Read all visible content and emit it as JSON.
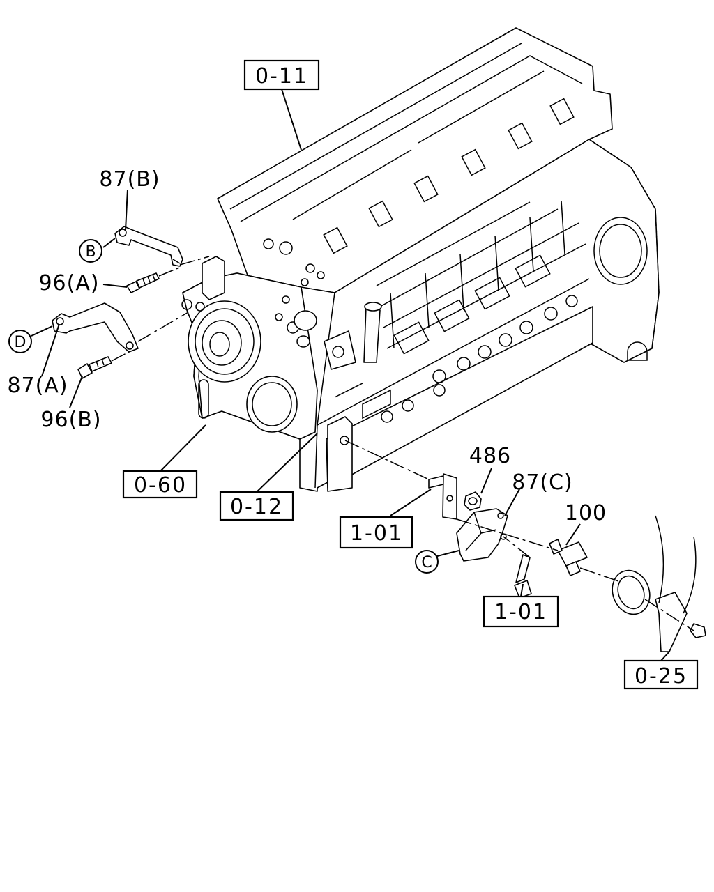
{
  "diagram": {
    "callouts": {
      "ref_0_11": "0-11",
      "ref_0_60": "0-60",
      "ref_0_12": "0-12",
      "ref_1_01_a": "1-01",
      "ref_1_01_b": "1-01",
      "ref_0_25": "0-25",
      "part_87b": "87(B)",
      "part_96a": "96(A)",
      "part_87a": "87(A)",
      "part_96b": "96(B)",
      "part_486": "486",
      "part_87c": "87(C)",
      "part_100": "100"
    },
    "markers": {
      "b": "B",
      "d": "D",
      "c": "C"
    }
  }
}
